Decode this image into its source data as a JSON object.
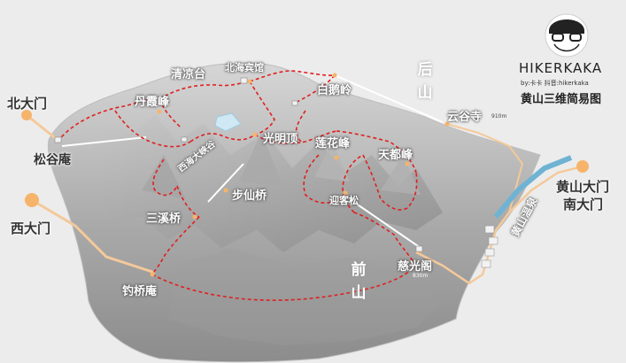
{
  "colors": {
    "trail": "#e02020",
    "road": "#f4c99a",
    "hot_spring": "#6fb3d3",
    "marker": "#f6b46a",
    "terrain": "#9a9a9a"
  },
  "brand": {
    "name": "HIKERKAKA",
    "handle": "by:卡卡 抖音:hikerkaka",
    "map_title": "黄山三维简易图",
    "icon": "hiker-avatar-icon"
  },
  "regions": {
    "back_mountain": "后山",
    "front_mountain": "前山"
  },
  "places": {
    "north_gate": "北大门",
    "west_gate": "西大门",
    "songgu_an": "松谷庵",
    "danxia_peak": "丹霞峰",
    "qingliang_tai": "清凉台",
    "beihai_hotel": "北海宾馆",
    "baie_ling": "白鹅岭",
    "yungu_temple": "云谷寺",
    "yungu_elevation": "910m",
    "guangming_ding": "光明顶",
    "lianhua_peak": "莲花峰",
    "tiandu_peak": "天都峰",
    "xihai_canyon": "西海大峡谷",
    "buxian_bridge": "步仙桥",
    "sanxi_bridge": "三溪桥",
    "yingke_pine": "迎客松",
    "ciguang_ge": "慈光阁",
    "ciguang_elevation": "830m",
    "diaoqiao_an": "钓桥庵",
    "south_gate_1": "黄山大门",
    "south_gate_2": "南大门",
    "hot_spring": "黄山温泉"
  }
}
